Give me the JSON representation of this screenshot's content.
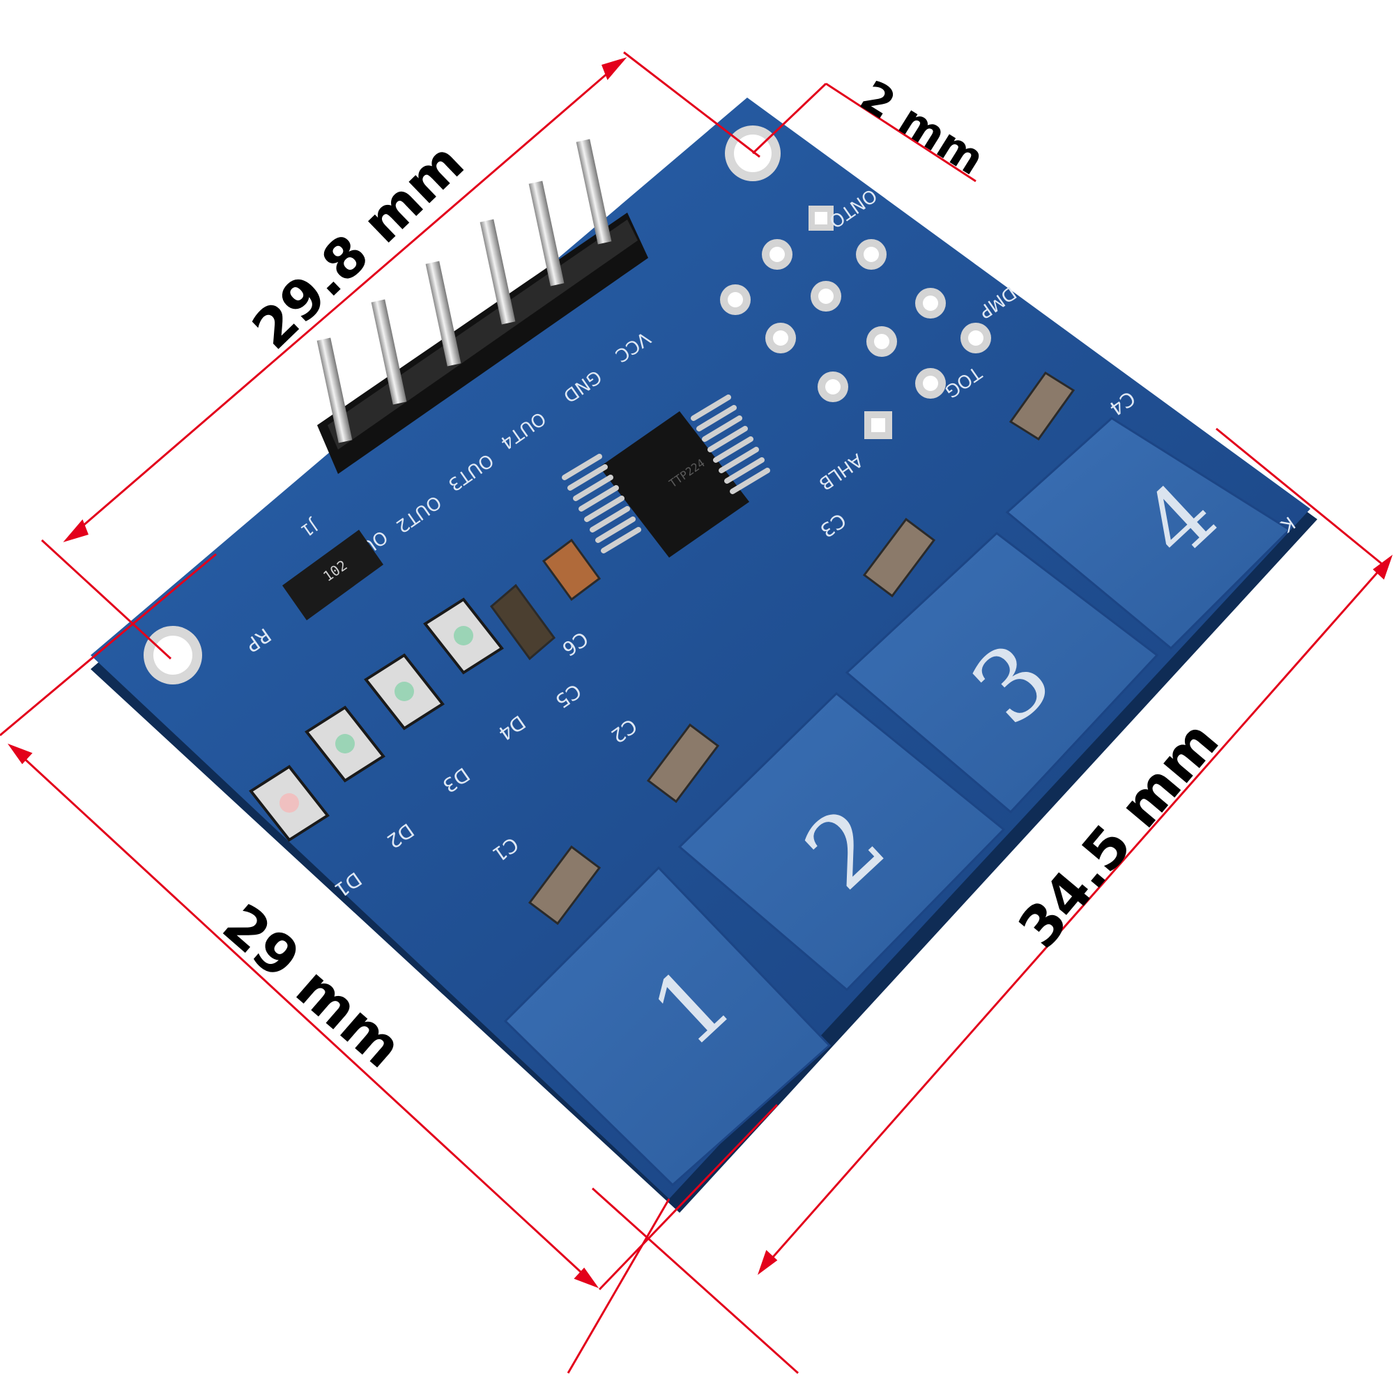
{
  "dimensions": {
    "top": "29.8 mm",
    "hole": "2 mm",
    "left": "29 mm",
    "right": "34.5 mm",
    "line_color": "#e3001b"
  },
  "pcb": {
    "board_color": "#1d4f92",
    "pads": [
      "1",
      "2",
      "3",
      "4"
    ],
    "header_pins": [
      "OUT1",
      "OUT2",
      "OUT3",
      "OUT4",
      "GND",
      "VCC"
    ],
    "header_label": "J1",
    "ic_marking": "TTP224",
    "silkscreen": {
      "resistor_array": "RP",
      "rp_marking": "102",
      "leds": [
        "D1",
        "D2",
        "D3",
        "D4"
      ],
      "caps": [
        "C1",
        "C2",
        "C3",
        "C4",
        "C5",
        "C6"
      ],
      "jumper_labels": [
        "TOG",
        "AHLB",
        "DMP",
        "ONTO"
      ],
      "k_label": "K"
    }
  }
}
